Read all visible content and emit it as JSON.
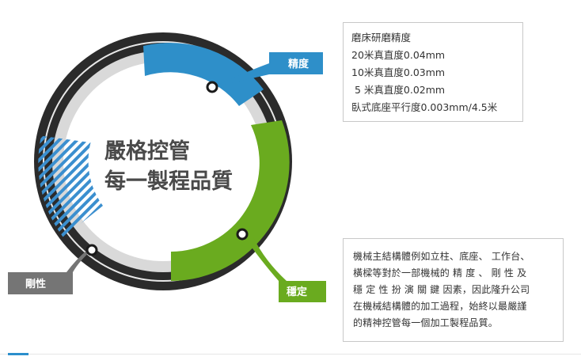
{
  "center": {
    "line1": "嚴格控管",
    "line2": "每一製程品質"
  },
  "tags": {
    "precision": "精度",
    "rigidity": "剛性",
    "stability": "穩定"
  },
  "precision_box": {
    "lines": [
      "磨床研磨精度",
      "20米真直度0.04mm",
      "10米真直度0.03mm",
      " 5 米真直度0.02mm",
      "臥式底座平行度0.003mm/4.5米"
    ]
  },
  "structure_box": {
    "lines": [
      "機械主結構體例如立柱、底座、 工作台、",
      "橫樑等對於一部機械的 精 度 、 剛 性 及",
      "穩 定 性 扮 演 關 鍵 因素，因此隆升公司",
      "在機械結構體的加工過程，始終以最嚴謹",
      "的精神控管每一個加工製程品質。"
    ]
  },
  "colors": {
    "ring_dark": "#2b2b2b",
    "inner_gray": "#d9d9d9",
    "precision_blue": "#2e8fc9",
    "stability_green": "#6aab1f",
    "rigidity_gray": "#757575",
    "stripe_blue": "#3b8fcf"
  }
}
